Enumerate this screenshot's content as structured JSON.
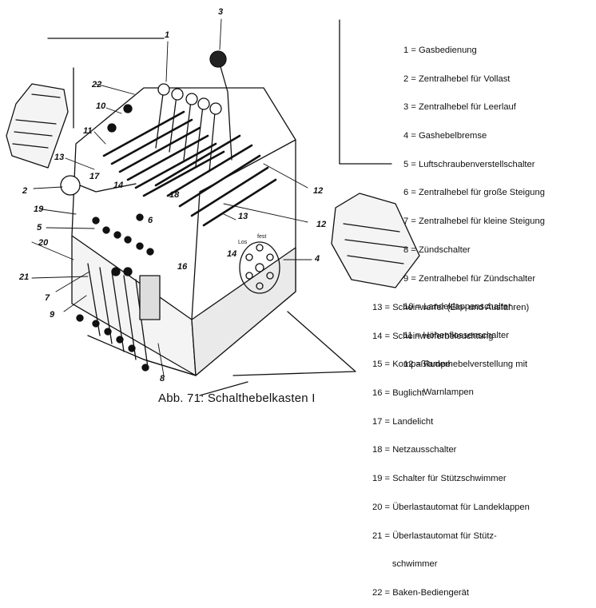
{
  "caption": "Abb. 71: Schalthebelkasten I",
  "legend_top": [
    "1 = Gasbedienung",
    "2 = Zentralhebel für Vollast",
    "3 = Zentralhebel für Leerlauf",
    "4 = Gashebelbremse",
    "5 = Luftschraubenverstellschalter",
    "6 = Zentralhebel für große Steigung",
    "7 = Zentralhebel für kleine Steigung",
    "8 = Zündschalter",
    "9 = Zentralhebel für Zündschalter",
    "10 = Landeklappenschalter",
    "11 = Höhenflossenschalter",
    "12 = Ruderhebelverstellung mit",
    "        Warnlampen"
  ],
  "legend_bottom": [
    "13 = Scheinwerfer (Ein- und Ausfahren)",
    "14 = Scheinwerferbeleuchtung",
    "15 = Kompaßlampe",
    "16 = Buglicht",
    "17 = Landelicht",
    "18 = Netzausschalter",
    "19 = Schalter für Stützschwimmer",
    "20 = Überlastautomat für Landeklappen",
    "21 = Überlastautomat für Stütz-",
    "        schwimmer",
    "22 = Baken-Bediengerät"
  ],
  "callouts": [
    "3",
    "1",
    "22",
    "10",
    "11",
    "13",
    "2",
    "17",
    "14",
    "18",
    "19",
    "6",
    "5",
    "20",
    "21",
    "7",
    "9",
    "16",
    "8",
    "4",
    "12",
    "12",
    "13",
    "14"
  ],
  "dial_marks": [
    "Los",
    "fest"
  ]
}
